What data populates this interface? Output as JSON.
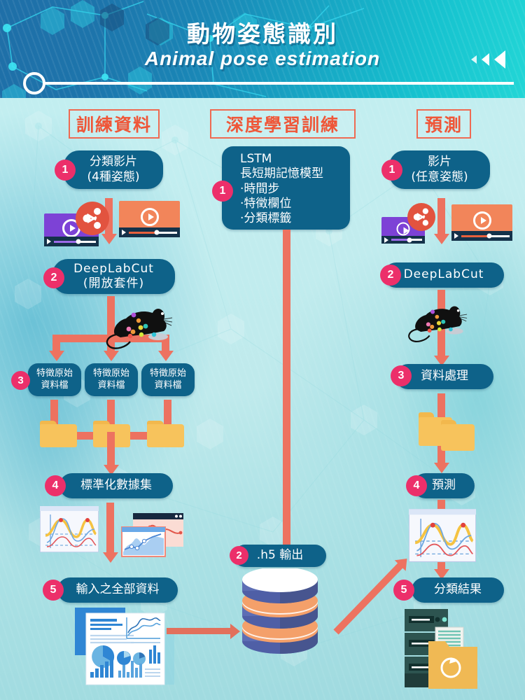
{
  "header": {
    "title_zh": "動物姿態識別",
    "title_en": "Animal pose estimation",
    "decor_arrows": [
      "arrow-left-small",
      "arrow-left-medium",
      "arrow-left-large"
    ],
    "colors": {
      "gradient_start": "#1f6fa8",
      "gradient_end": "#22d6d6",
      "text": "#ffffff"
    }
  },
  "columns": [
    {
      "id": "training-data",
      "title": "訓練資料"
    },
    {
      "id": "deep-learning-training",
      "title": "深度學習訓練"
    },
    {
      "id": "prediction",
      "title": "預測"
    }
  ],
  "colors": {
    "pill_bg": "#0e6289",
    "badge_bg": "#ec2f6a",
    "arrow": "#ed7260",
    "title_border": "#ef6a52",
    "title_text": "#ef5638",
    "folder": "#f7c35c",
    "background": "#bfeaec"
  },
  "left_column": {
    "steps": [
      {
        "number": "1",
        "label": "分類影片\n(4種姿態)"
      },
      {
        "number": "2",
        "label": "DeepLabCut\n(開放套件)"
      },
      {
        "number": "3",
        "label": "特徵原始\n資料檔"
      },
      {
        "number": "4",
        "label": "標準化數據集"
      },
      {
        "number": "5",
        "label": "輸入之全部資料"
      }
    ],
    "feature_files": [
      "特徵原始\n資料檔",
      "特徵原始\n資料檔",
      "特徵原始\n資料檔"
    ],
    "media": [
      {
        "name": "video-purple",
        "color": "#7d42d6"
      },
      {
        "name": "video-orange",
        "color": "#f2855a"
      },
      {
        "name": "share-icon",
        "color": "#e2533f"
      }
    ]
  },
  "center_column": {
    "steps": [
      {
        "number": "1",
        "label": "LSTM\n長短期記憶模型\n·時間步\n·特徵欄位\n·分類標籤"
      },
      {
        "number": "2",
        "label": ".h5 輸出"
      }
    ],
    "lstm": {
      "title": "LSTM",
      "subtitle": "長短期記憶模型",
      "bullets": [
        "·時間步",
        "·特徵欄位",
        "·分類標籤"
      ]
    },
    "database": {
      "name": "database-cylinder",
      "body_color": "#5d6eb4",
      "band_color": "#f4a06a",
      "top_color": "#ffffff"
    }
  },
  "right_column": {
    "steps": [
      {
        "number": "1",
        "label": "影片\n(任意姿態)"
      },
      {
        "number": "2",
        "label": "DeepLabCut"
      },
      {
        "number": "3",
        "label": "資料處理"
      },
      {
        "number": "4",
        "label": "預測"
      },
      {
        "number": "5",
        "label": "分類結果"
      }
    ],
    "media": [
      {
        "name": "video-purple",
        "color": "#7d42d6"
      },
      {
        "name": "video-orange",
        "color": "#f2855a"
      },
      {
        "name": "share-icon",
        "color": "#e2533f"
      }
    ]
  },
  "illustrations": [
    {
      "name": "mouse-pose-keypoints-left"
    },
    {
      "name": "mouse-pose-keypoints-right"
    },
    {
      "name": "line-chart-thumbnail-left"
    },
    {
      "name": "chart-window-thumbnails-left"
    },
    {
      "name": "line-chart-thumbnail-right"
    },
    {
      "name": "report-document-charts"
    },
    {
      "name": "server-rack-folder"
    }
  ]
}
